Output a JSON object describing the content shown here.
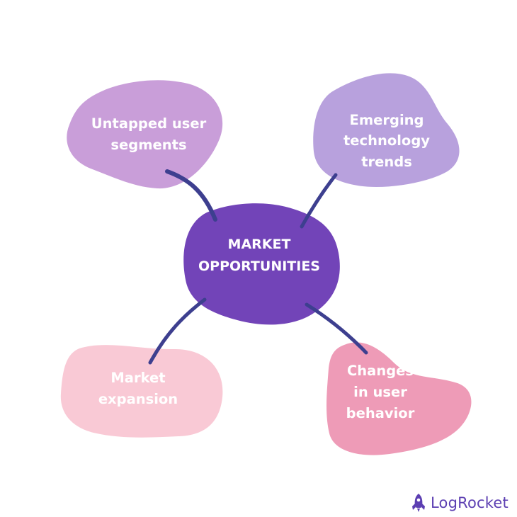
{
  "center": {
    "lines": [
      "MARKET",
      "OPPORTUNITIES"
    ],
    "color": "#7244b8"
  },
  "nodes": [
    {
      "id": "untapped",
      "lines": [
        "Untapped user",
        "segments"
      ],
      "color": "#c99ed9"
    },
    {
      "id": "emerging",
      "lines": [
        "Emerging",
        "technology",
        "trends"
      ],
      "color": "#b8a1dd"
    },
    {
      "id": "market",
      "lines": [
        "Market",
        "expansion"
      ],
      "color": "#f9c9d5"
    },
    {
      "id": "changes",
      "lines": [
        "Changes",
        "in user",
        "behavior"
      ],
      "color": "#ee9bb7"
    }
  ],
  "connector_color": "#3d3f8f",
  "brand": {
    "name": "LogRocket",
    "icon": "rocket-icon",
    "color": "#5c3fb2"
  }
}
